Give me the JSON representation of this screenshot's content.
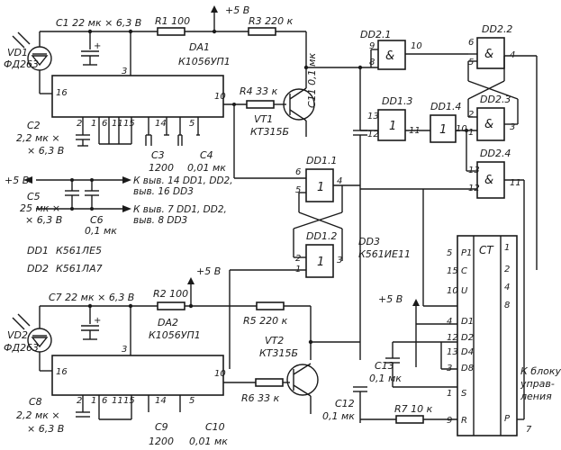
{
  "top_circuit": {
    "vd1": "VD1",
    "vd1_type": "ФД263",
    "c1": "C1 22 мк × 6,3 В",
    "r1": "R1 100",
    "supply": "+5 В",
    "r3": "R3 220 к",
    "da1": "DA1",
    "da1_type": "К1056УП1",
    "r4": "R4 33 к",
    "vt1": "VT1",
    "vt1_type": "КТ315Б",
    "c11": "C11 0,1 мк",
    "c2": "C2",
    "c2_val": "2,2 мк ×",
    "c2_volt": "× 6,3 В",
    "c3": "C3",
    "c3_val": "1200",
    "c4": "C4",
    "c4_val": "0,01 мк",
    "pins": {
      "p16": "16",
      "p3": "3",
      "p10": "10",
      "p2": "2",
      "p1": "1",
      "p6": "6",
      "p11": "11",
      "p15": "15",
      "p14": "14",
      "p5": "5"
    }
  },
  "power": {
    "plus5": "+5 В",
    "c5": "C5",
    "c5_val": "25 мк ×",
    "c5_volt": "× 6,3 В",
    "c6": "C6",
    "c6_val": "0,1 мк",
    "note1": "К выв. 14 DD1, DD2,",
    "note1b": "выв. 16 DD3",
    "note2": "К выв. 7 DD1, DD2,",
    "note2b": "выв. 8 DD3"
  },
  "legend": {
    "dd1": "DD1",
    "dd1_type": "К561ЛЕ5",
    "dd2": "DD2",
    "dd2_type": "К561ЛА7",
    "dd3": "DD3",
    "dd3_type": "К561ИЕ11"
  },
  "logic": {
    "dd21": "DD2.1",
    "dd22": "DD2.2",
    "dd23": "DD2.3",
    "dd24": "DD2.4",
    "dd13": "DD1.3",
    "dd14": "DD1.4",
    "dd11": "DD1.1",
    "dd12": "DD1.2",
    "amp": "&",
    "one": "1",
    "pins": {
      "p9": "9",
      "p8": "8",
      "p10": "10",
      "p6": "6",
      "p5": "5",
      "p4": "4",
      "p13": "13",
      "p12": "12",
      "p11": "11",
      "p1": "1",
      "p2": "2",
      "p3": "3"
    }
  },
  "bottom_circuit": {
    "vd2": "VD2",
    "vd2_type": "ФД263",
    "c7": "C7 22 мк × 6,3 В",
    "r2": "R2 100",
    "supply": "+5 В",
    "da2": "DA2",
    "da2_type": "К1056УП1",
    "r5": "R5 220 к",
    "vt2": "VT2",
    "vt2_type": "КТ315Б",
    "r6": "R6 33 к",
    "c8": "C8",
    "c8_val": "2,2 мк ×",
    "c8_volt": "× 6,3 В",
    "c9": "C9",
    "c9_val": "1200",
    "c10": "C10",
    "c10_val": "0,01 мк",
    "c12": "C12",
    "c12_val": "0,1 мк"
  },
  "counter": {
    "title": "CT",
    "pins_left": [
      "P1",
      "C",
      "U",
      "D1",
      "D2",
      "D4",
      "D8",
      "S",
      "R"
    ],
    "pins_left_num": [
      "5",
      "15",
      "10",
      "4",
      "12",
      "13",
      "3",
      "1",
      "9"
    ],
    "outputs": [
      "1",
      "2",
      "4",
      "8",
      "P"
    ],
    "out_pin": "7",
    "supply": "+5 В",
    "c13": "C13",
    "c13_val": "0,1 мк",
    "r7": "R7 10 к",
    "note": [
      "К блоку",
      "управ-",
      "ления"
    ]
  }
}
